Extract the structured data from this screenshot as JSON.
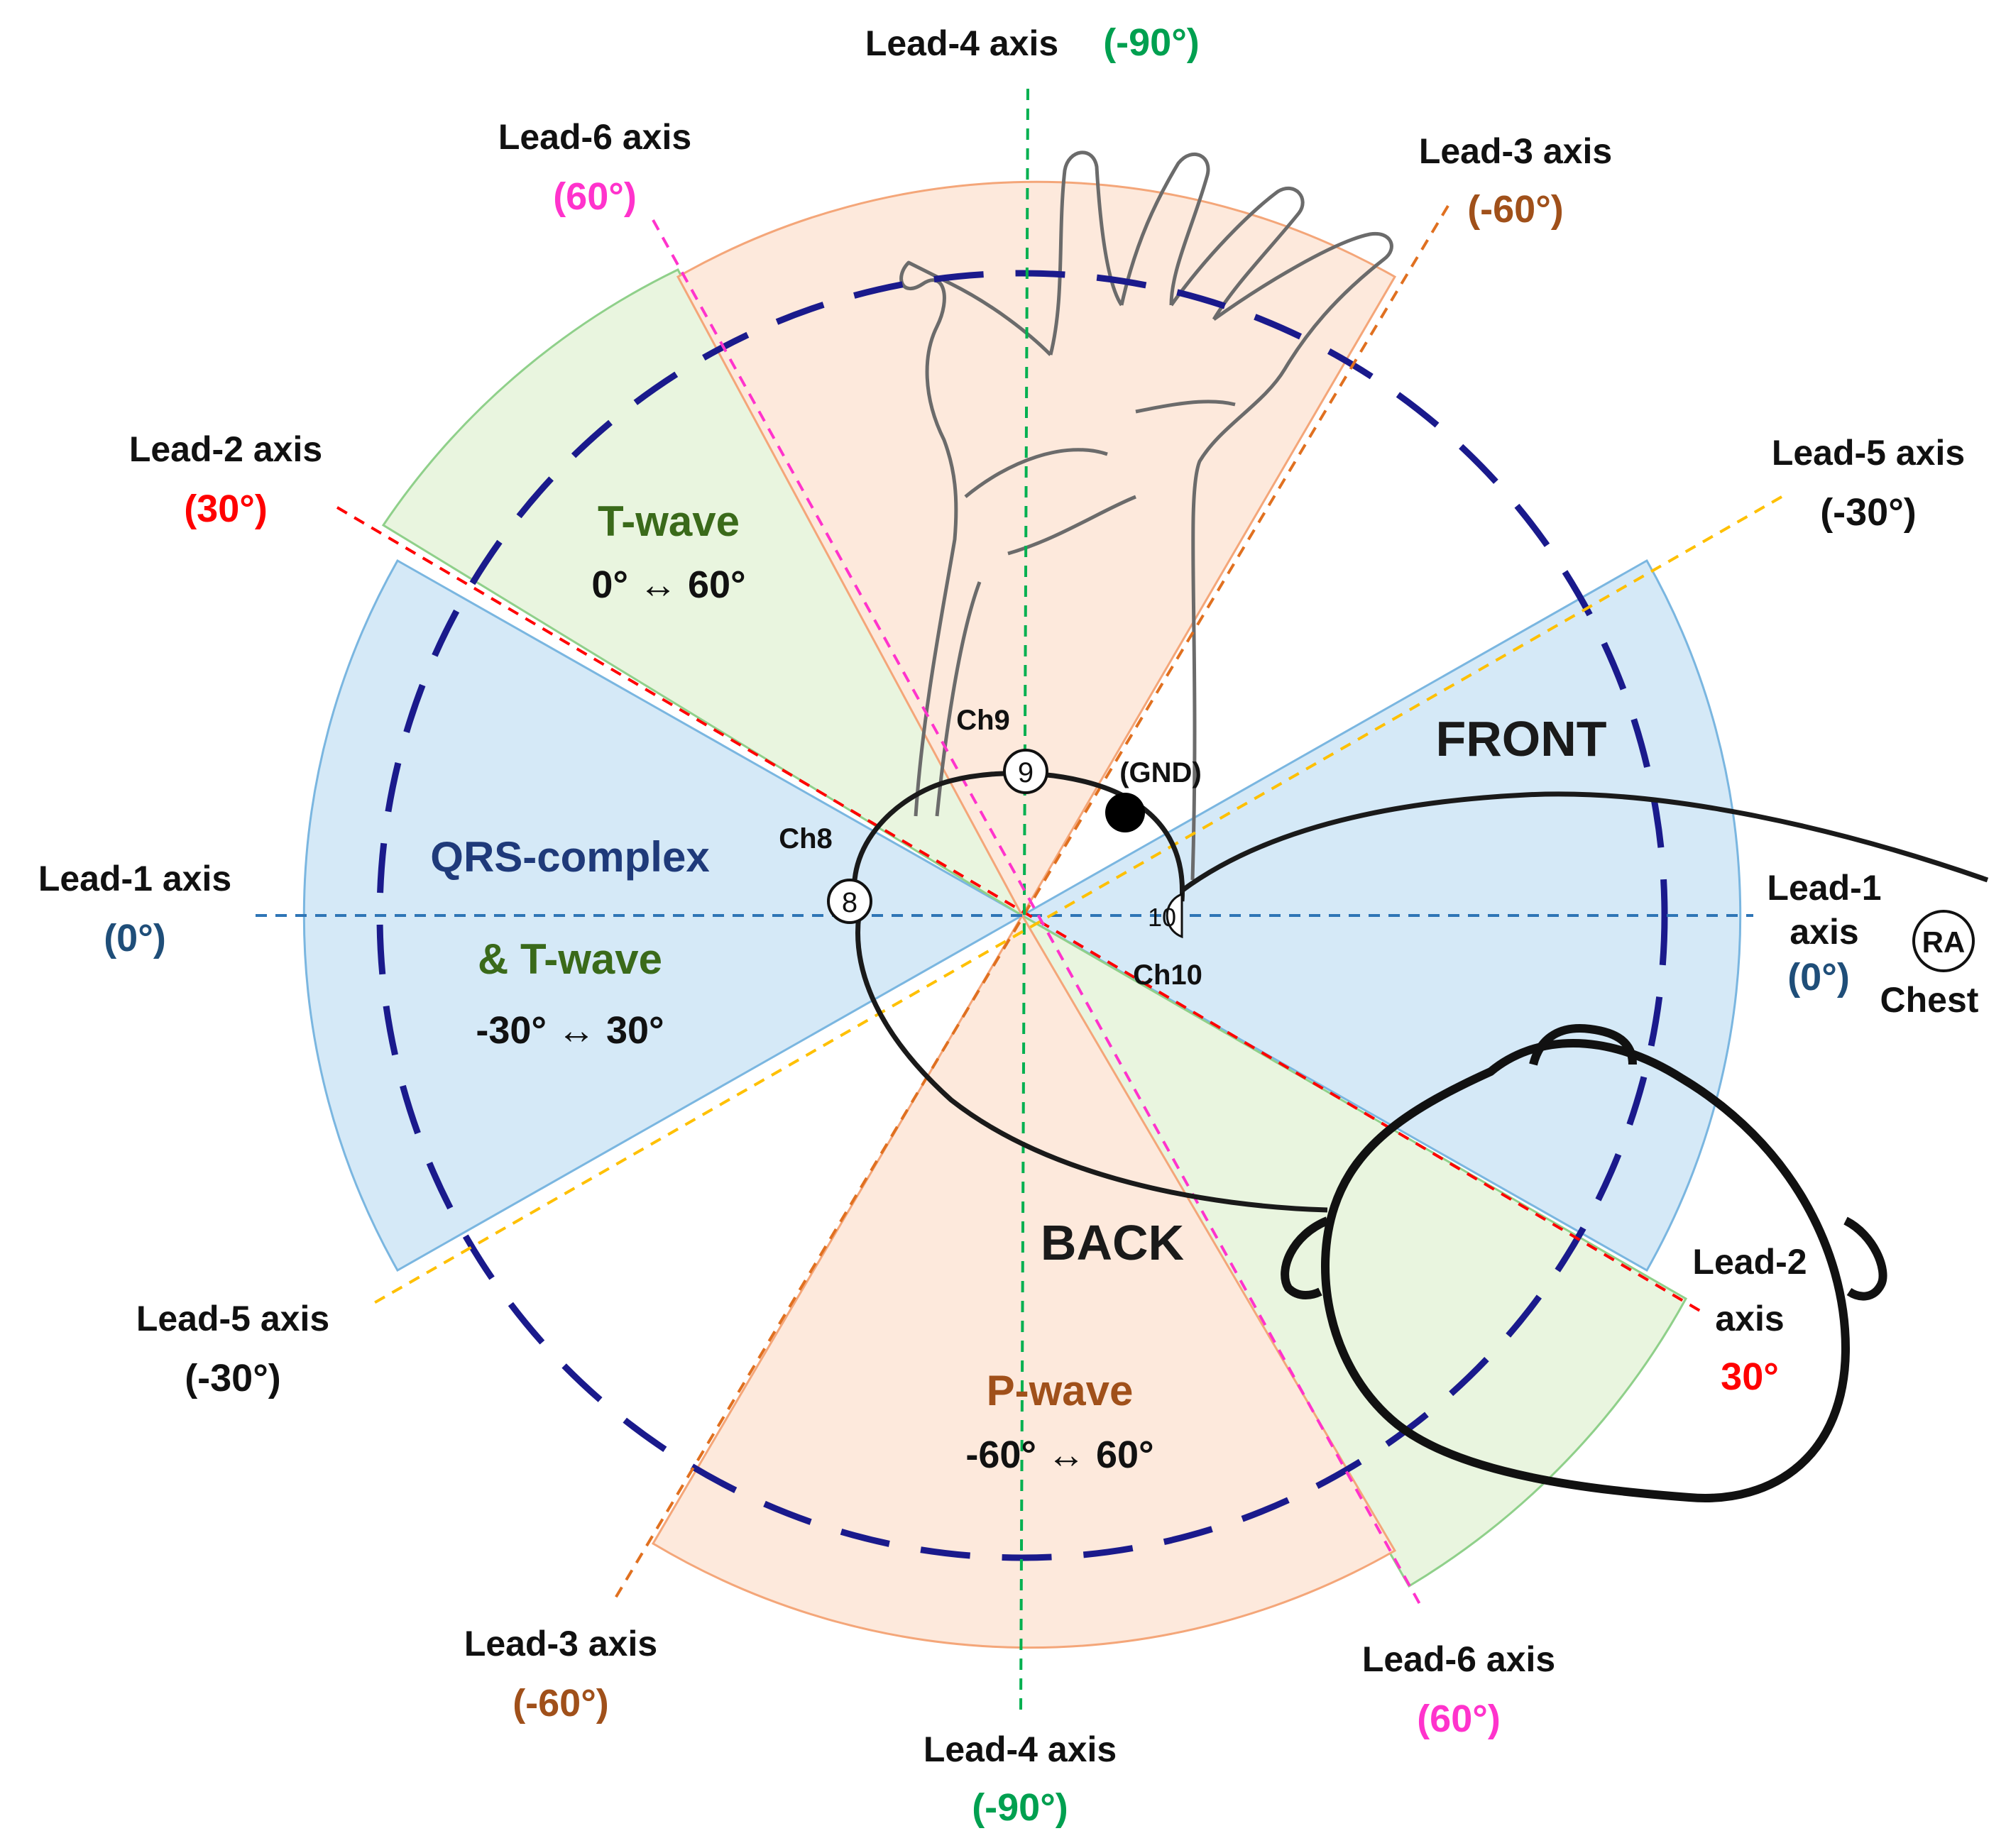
{
  "colors": {
    "lead1": "#2e75b6",
    "lead1_text": "#1f4e79",
    "lead2": "#ff0000",
    "lead3": "#e07020",
    "lead3_text": "#a0501a",
    "lead4": "#00b050",
    "lead4_text": "#00a050",
    "lead5": "#ffc000",
    "lead6": "#ff33cc",
    "blue_sector": "#d5e9f7",
    "green_sector": "#e9f5df",
    "orange_sector": "#fde9dc",
    "circle": "#1a1a8c",
    "qrs_text": "#1f3a7a",
    "twave_text": "#3a6a1a",
    "pwave_text": "#a0501a"
  },
  "axes": {
    "lead4_top": {
      "name": "Lead-4 axis",
      "angle": "(-90°)"
    },
    "lead4_bottom": {
      "name": "Lead-4 axis",
      "angle": "(-90°)"
    },
    "lead6_top": {
      "name": "Lead-6 axis",
      "angle": "(60°)"
    },
    "lead6_bottom": {
      "name": "Lead-6 axis",
      "angle": "(60°)"
    },
    "lead3_top": {
      "name": "Lead-3 axis",
      "angle": "(-60°)"
    },
    "lead3_bottom": {
      "name": "Lead-3 axis",
      "angle": "(-60°)"
    },
    "lead2_left": {
      "name": "Lead-2 axis",
      "angle": "(30°)"
    },
    "lead2_right": {
      "name1": "Lead-2",
      "name2": "axis",
      "angle": "30°"
    },
    "lead5_right": {
      "name": "Lead-5 axis",
      "angle": "(-30°)"
    },
    "lead5_left": {
      "name": "Lead-5 axis",
      "angle": "(-30°)"
    },
    "lead1_left": {
      "name": "Lead-1 axis",
      "angle": "(0°)"
    },
    "lead1_right": {
      "name1": "Lead-1",
      "name2": "axis",
      "angle": "(0°)"
    }
  },
  "regions": {
    "twave": {
      "label": "T-wave",
      "range": "0°  ↔  60°"
    },
    "qrs": {
      "label1": "QRS-complex",
      "label2": "& T-wave",
      "range": "-30°  ↔  30°"
    },
    "pwave": {
      "label": "P-wave",
      "range": "-60° ↔  60°"
    }
  },
  "labels": {
    "front": "FRONT",
    "back": "BACK",
    "ch8": "Ch8",
    "ch9": "Ch9",
    "ch10": "Ch10",
    "gnd": "(GND)",
    "elec8": "8",
    "elec9": "9",
    "elec10": "10",
    "ra": "RA",
    "chest": "Chest"
  }
}
